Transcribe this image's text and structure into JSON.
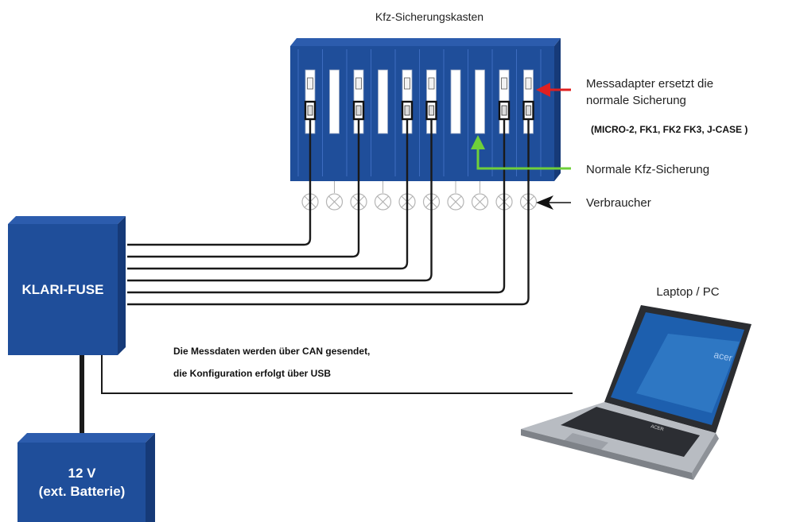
{
  "fusebox": {
    "title": "Kfz-Sicherungskasten",
    "slot_count": 10,
    "adapter_slots": [
      1,
      3,
      5,
      6,
      9,
      10
    ]
  },
  "annotations": {
    "adapter_line1": "Messadapter ersetzt die",
    "adapter_line2": "normale Sicherung",
    "fuse_types": "(MICRO-2, FK1, FK2 FK3, J-CASE )",
    "normal_fuse": "Normale Kfz-Sicherung",
    "consumer": "Verbraucher"
  },
  "device": {
    "label": "KLARI-FUSE"
  },
  "battery": {
    "line1": "12 V",
    "line2": "(ext. Batterie)"
  },
  "laptop": {
    "label": "Laptop / PC",
    "screen_brand": "acer",
    "keyboard_brand": "ACER"
  },
  "connection_note": {
    "line1": "Die Messdaten werden über CAN gesendet,",
    "line2": "die Konfiguration erfolgt über USB"
  },
  "colors": {
    "box_blue": "#1f4e9a",
    "box_blue_dark": "#163a78",
    "arrow_red": "#e02020",
    "arrow_green": "#6fd03a",
    "wire": "#1a1a1a"
  }
}
